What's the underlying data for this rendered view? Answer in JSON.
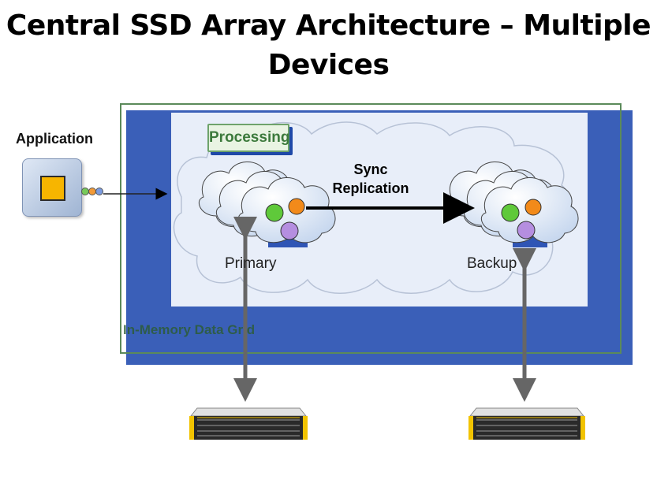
{
  "title": "Central SSD Array Architecture – Multiple Devices",
  "application": {
    "label": "Application"
  },
  "grid": {
    "label": "In-Memory Data Grid"
  },
  "processing": {
    "label": "Processing"
  },
  "replication": {
    "line1": "Sync",
    "line2": "Replication"
  },
  "nodes": {
    "primary": "Primary",
    "backup": "Backup"
  },
  "colors": {
    "grid_blue": "#3a5fb8",
    "grid_inner": "#e8eef9",
    "app_square": "#f7b500",
    "green_ball": "#5fc93a",
    "orange_ball": "#f28a1a",
    "purple_ball": "#b58ee0",
    "ssd_yellow": "#f2c300"
  }
}
